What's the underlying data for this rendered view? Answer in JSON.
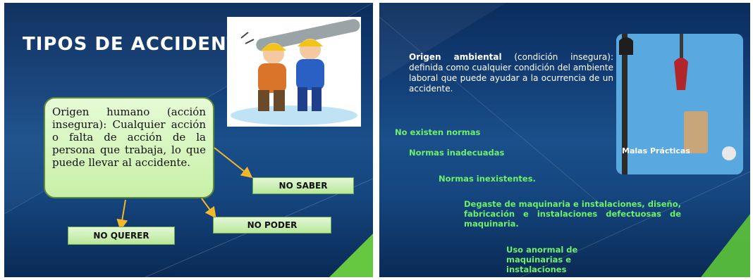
{
  "left_slide": {
    "title": "TIPOS DE ACCIDENTES",
    "bubble_text": "Origen humano (acción insegura): Cualquier acción o falta de acción de la persona que trabaja, lo que puede llevar al accidente.",
    "tags": {
      "no_saber": "NO SABER",
      "no_poder": "NO PODER",
      "no_querer": "NO QUERER"
    },
    "image_icon": "workers-cartoon-icon"
  },
  "right_slide": {
    "intro_bold": "Origen ambiental",
    "intro_rest": " (condición insegura): definida como cualquier condición del ambiente laboral que puede ayudar a la ocurrencia de un accidente.",
    "items": [
      "No existen normas",
      "Normas inadecuadas",
      "Normas inexistentes.",
      "Degaste de maquinaria e instalaciones, diseño, fabricación e instalaciones defectuosas de maquinaria.",
      "Uso anormal de maquinarias e instalaciones"
    ],
    "photo_caption": "Malas Prácticas",
    "image_icon": "crane-hook-photo-icon"
  },
  "colors": {
    "slide_bg": "#1a4f8a",
    "accent_green": "#66c840",
    "text_green": "#6ef06a",
    "bubble_bg": "#c8f0a8"
  }
}
